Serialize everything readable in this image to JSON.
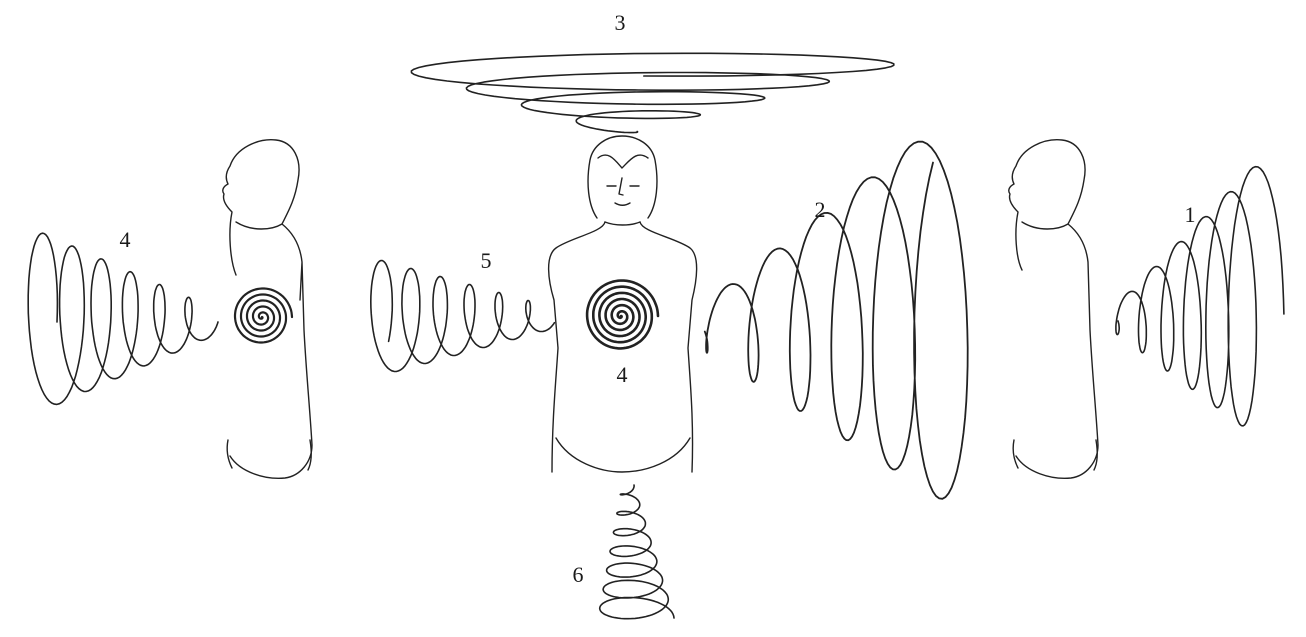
{
  "diagram": {
    "labels": {
      "top_spiral": "3",
      "right_wave": "2",
      "far_right_wave": "1",
      "left_wave": "4",
      "middle_left_wave": "5",
      "chest_spiral": "4",
      "bottom_spiral": "6"
    },
    "colors": {
      "ink": "#222222",
      "background": "#ffffff"
    }
  }
}
